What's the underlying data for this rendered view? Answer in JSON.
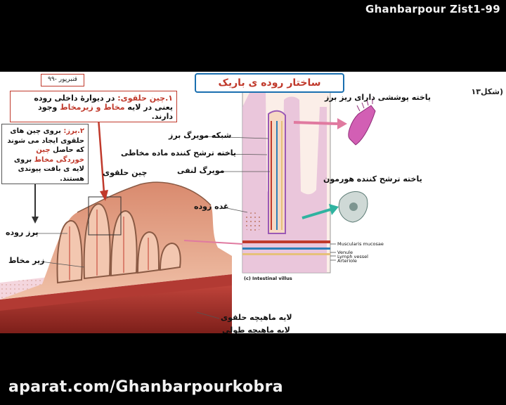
{
  "watermark": {
    "top": "Ghanbarpour Zist1-99",
    "bottom": "aparat.com/Ghanbarpourkobra"
  },
  "slide": {
    "title": "ساختار روده ی باریک",
    "figure_number": "(شکل۱۳",
    "tag": "قنبرپور -۹۹"
  },
  "note1": {
    "heading": "۱.چین حلقوی:",
    "text_a": " در دیوارهٔ داخلی روده یعنی در لایه ",
    "highlight": "مخاط و زیرمخاط",
    "text_b": " وجود دارند."
  },
  "note2": {
    "heading": "۲.پرز:",
    "text_a": " بروی چین های حلقوی ایجاد می شوند که حاصل ",
    "highlight": "چین خوردگی مخاط",
    "text_b": " بروی لایه ی بافت پیوندی هستند."
  },
  "labels": {
    "circular_fold": "چین حلقوی",
    "villus": "پرز روده",
    "submucosa": "زیر مخاط",
    "circular_muscle": "لایه ماهیچه حلقوی",
    "longitudinal_muscle": "لایه ماهیچه طولی",
    "capillary_network": "شبکه مویرگ برز",
    "enzyme_cell": "یاخته ترشح کننده ماده مخاطی",
    "lacteal": "مویرگ لنفی",
    "gland": "غده روده",
    "brush_border_cell": "یاخته پوششی دارای ریز برز",
    "hormone_cell": "یاخته ترشح کننده هورمون",
    "muscularis_mucosae": "Muscularis mucosae",
    "venule": "Venule",
    "lymph_vessel": "Lymph vessel",
    "arteriole": "Arteriole",
    "caption": "(c) Intestinal villus"
  },
  "colors": {
    "accent_red": "#c0392b",
    "title_border": "#1a6fb0",
    "tissue": "#e3a88f",
    "villus_edge": "#8a5a44",
    "muscle": "#a8322c",
    "arrow_pink": "#e07aa0",
    "arrow_teal": "#2fb3a0"
  }
}
